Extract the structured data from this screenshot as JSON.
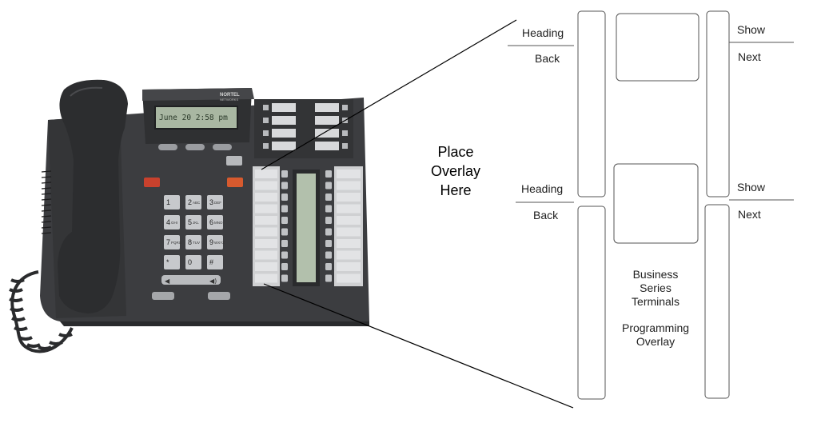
{
  "phone": {
    "brand_top": "NORTEL",
    "brand_bottom": "NETWORKS",
    "display_text": "June 20 2:58 pm",
    "keypad": [
      {
        "digit": "1",
        "letters": ""
      },
      {
        "digit": "2",
        "letters": "ABC"
      },
      {
        "digit": "3",
        "letters": "DEF"
      },
      {
        "digit": "4",
        "letters": "GHI"
      },
      {
        "digit": "5",
        "letters": "JKL"
      },
      {
        "digit": "6",
        "letters": "MNO"
      },
      {
        "digit": "7",
        "letters": "PQRS"
      },
      {
        "digit": "8",
        "letters": "TUV"
      },
      {
        "digit": "9",
        "letters": "WXYZ"
      },
      {
        "digit": "*",
        "letters": ""
      },
      {
        "digit": "0",
        "letters": ""
      },
      {
        "digit": "#",
        "letters": ""
      }
    ],
    "colors": {
      "body": "#3b3c3e",
      "handset": "#2e2f31",
      "lcd": "#a9b7a2",
      "red_key": "#c8412d"
    }
  },
  "place_overlay": [
    "Place",
    "Overlay",
    "Here"
  ],
  "overlay": {
    "left_top": {
      "heading": "Heading",
      "back": "Back"
    },
    "left_bottom": {
      "heading": "Heading",
      "back": "Back"
    },
    "right_top": {
      "show": "Show",
      "next": "Next"
    },
    "right_bottom": {
      "show": "Show",
      "next": "Next"
    },
    "title_lines": [
      "Business",
      "Series",
      "Terminals"
    ],
    "subtitle_lines": [
      "Programming",
      "Overlay"
    ]
  }
}
